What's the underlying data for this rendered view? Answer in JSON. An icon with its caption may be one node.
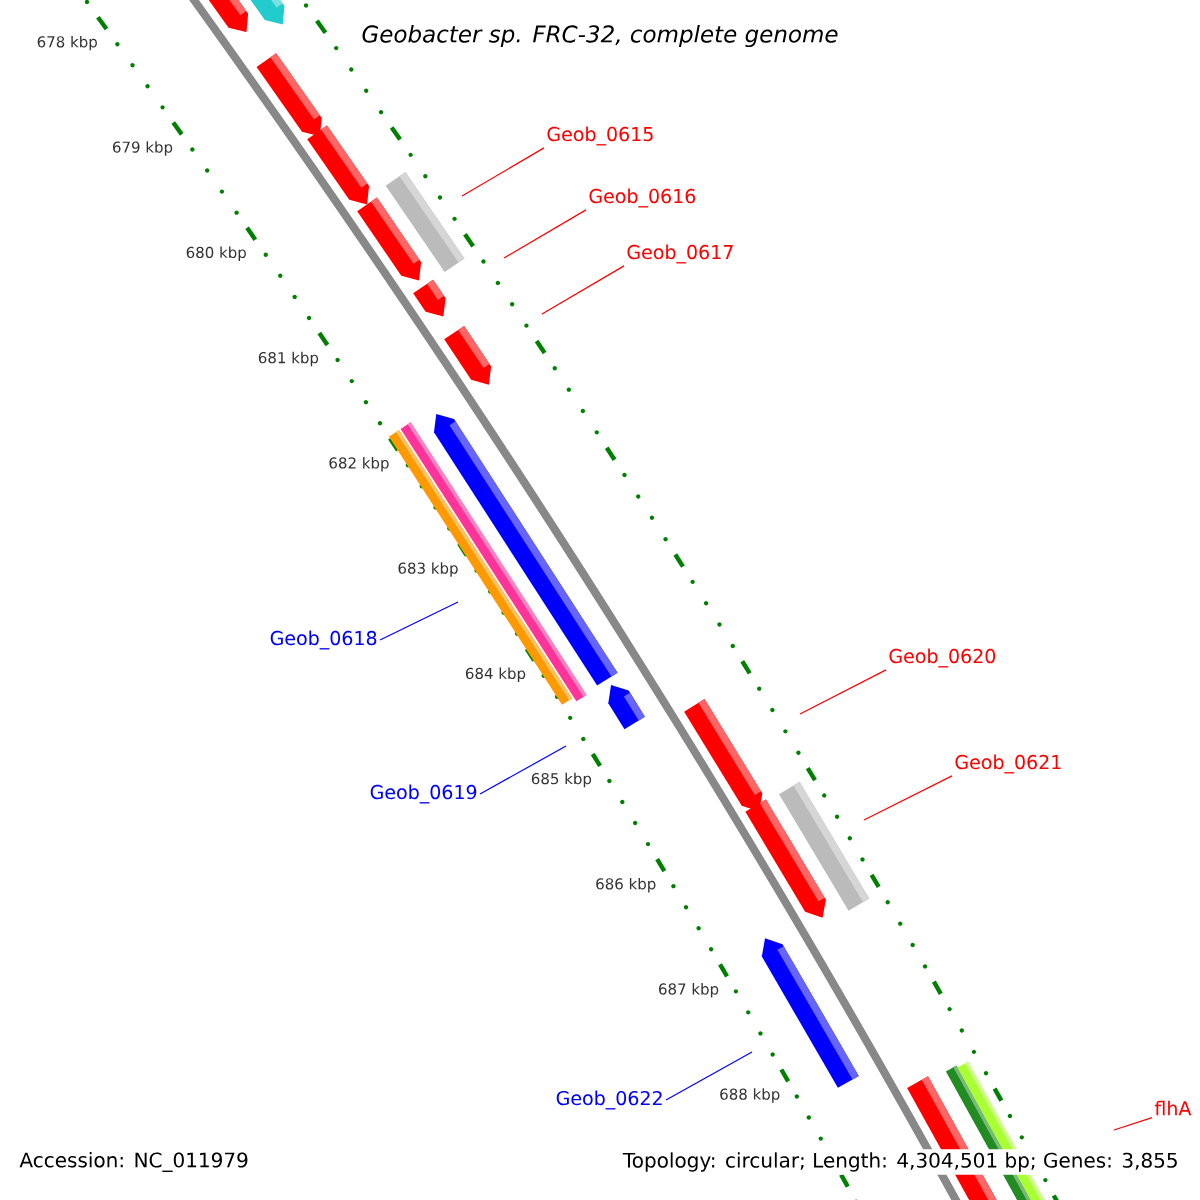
{
  "diagram": {
    "title": "Geobacter sp. FRC-32, complete genome",
    "nodes": [
      {
        "text": [
          "Geob_0615"
        ]
      },
      {
        "text": [
          "Geob_0616"
        ]
      },
      {
        "text": [
          "Geob_0617"
        ]
      },
      {
        "text": [
          "Geob_0618"
        ]
      },
      {
        "text": [
          "Geob_0620"
        ]
      },
      {
        "text": [
          "Geob_0621"
        ]
      },
      {
        "text": [
          "Geob_0619"
        ]
      },
      {
        "text": [
          "Geob_0622"
        ]
      },
      {
        "text": [
          "flhA"
        ]
      }
    ],
    "edges": [
      {
        "from": 0,
        "to": null,
        "arrow": "none"
      },
      {
        "from": 1,
        "to": null,
        "arrow": "none"
      },
      {
        "from": 2,
        "to": null,
        "arrow": "none"
      },
      {
        "from": 3,
        "to": null,
        "arrow": "none",
        "color": "#0000ff"
      },
      {
        "from": 4,
        "to": null,
        "arrow": "none"
      },
      {
        "from": 5,
        "to": null,
        "arrow": "none"
      },
      {
        "from": 6,
        "to": null,
        "arrow": "none",
        "color": "#0000ff"
      },
      {
        "from": 7,
        "to": null,
        "arrow": "none",
        "color": "#0000ff"
      },
      {
        "from": 8,
        "to": null,
        "arrow": "none"
      }
    ],
    "labels": [
      "678 kbp",
      "679 kbp",
      "680 kbp",
      "681 kbp",
      "682 kbp",
      "683 kbp",
      "684 kbp",
      "685 kbp",
      "686 kbp",
      "687 kbp",
      "688 kbp",
      "Accession: NC_011979",
      "Topology: circular; Length: 4,304,501 bp; Genes: 3,855"
    ]
  }
}
